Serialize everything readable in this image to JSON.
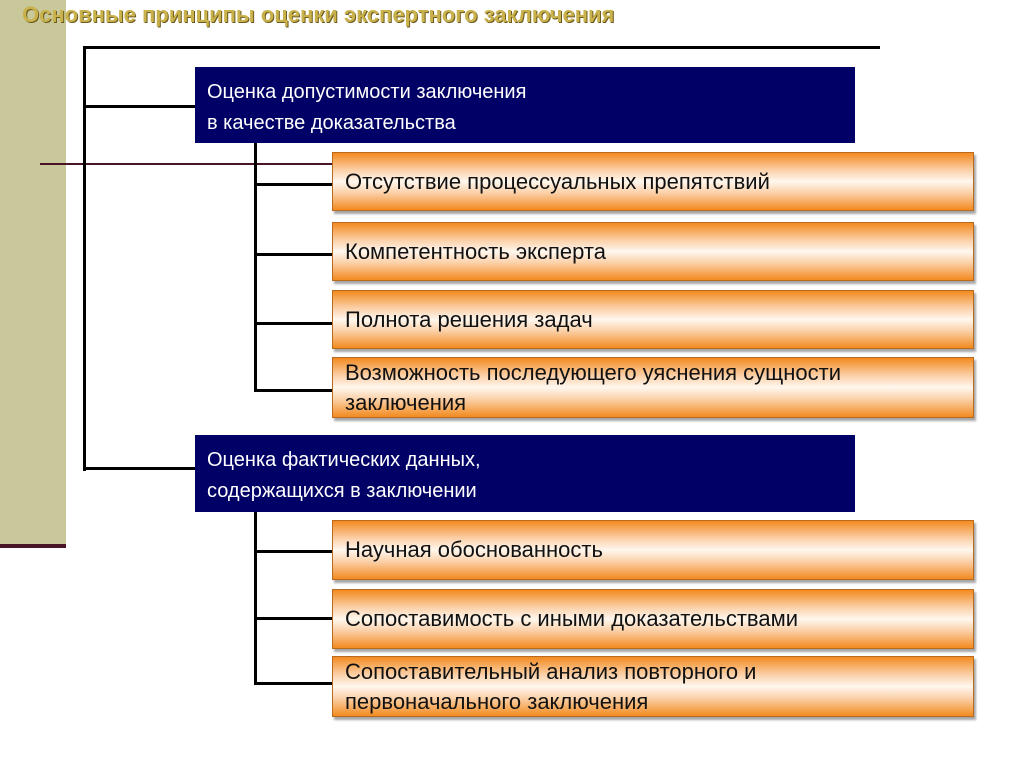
{
  "title": "Основные принципы оценки экспертного заключения",
  "groups": [
    {
      "heading_lines": [
        "Оценка допустимости заключения",
        "в качестве доказательства"
      ],
      "items": [
        {
          "lines": [
            "Отсутствие процессуальных препятствий"
          ]
        },
        {
          "lines": [
            "Компетентность эксперта"
          ]
        },
        {
          "lines": [
            "Полнота решения задач"
          ]
        },
        {
          "lines": [
            "Возможность последующего уяснения сущности",
            "заключения"
          ]
        }
      ]
    },
    {
      "heading_lines": [
        "Оценка фактических данных,",
        "содержащихся в заключении"
      ],
      "items": [
        {
          "lines": [
            "Научная обоснованность"
          ]
        },
        {
          "lines": [
            "Сопоставимость с иными доказательствами"
          ]
        },
        {
          "lines": [
            "Сопоставительный анализ повторного и",
            "первоначального заключения"
          ]
        }
      ]
    }
  ],
  "colors": {
    "heading_fill": "#000066",
    "heading_text": "#ffffff",
    "item_edge": "#f28a1f",
    "item_center": "#fff7ee",
    "side_bar": "#c9c89a",
    "rule": "#4a1428",
    "title": "#c9b24c",
    "connector": "#000000"
  }
}
